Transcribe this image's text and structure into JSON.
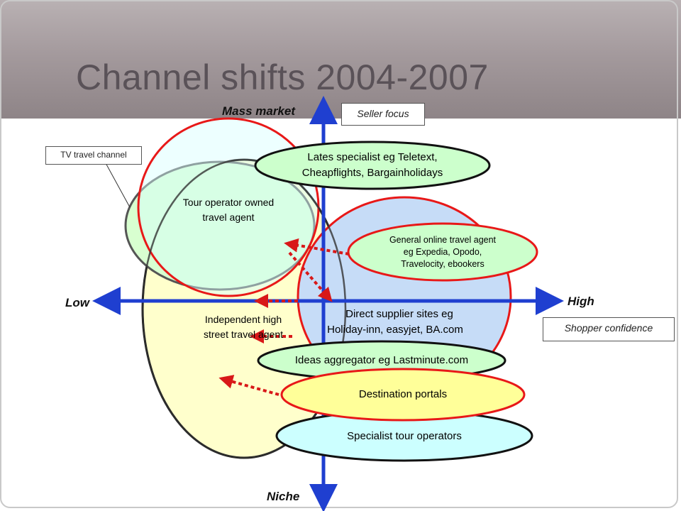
{
  "title": "Channel shifts 2004-2007",
  "axes": {
    "top": "Mass market",
    "bottom": "Niche",
    "left": "Low",
    "right": "High"
  },
  "boxes": {
    "seller_focus": "Seller focus",
    "shopper_confidence": "Shopper confidence",
    "tv_travel_channel": "TV travel channel"
  },
  "channels": {
    "tour_operator_owned": [
      "Tour operator owned",
      "travel agent"
    ],
    "independent": [
      "Independent high",
      "street travel agent"
    ],
    "direct_supplier": [
      "Direct supplier sites eg",
      "Holiday-inn, easyjet, BA.com"
    ],
    "lates_specialist": [
      "Lates specialist eg Teletext,",
      "Cheapflights, Bargainholidays"
    ],
    "general_online": [
      "General online travel agent",
      "eg Expedia, Opodo,",
      "Travelocity, ebookers"
    ],
    "ideas_aggregator": "Ideas aggregator eg Lastminute.com",
    "destination_portals": "Destination portals",
    "specialist_tour_operators": "Specialist tour operators"
  },
  "colors": {
    "axis": "#1f3fd0",
    "highlight": "#e81818",
    "shift_arrow": "#d81818",
    "independent_fill": "#ffffcc",
    "direct_fill": "#c6dcf7",
    "tour_operator_fill": "#d8ffd0",
    "tv_channel_fill": "#d8ffff",
    "online_fill": "#ccffcc",
    "destination_fill": "#ffff99",
    "specialist_fill": "#ccffff"
  }
}
